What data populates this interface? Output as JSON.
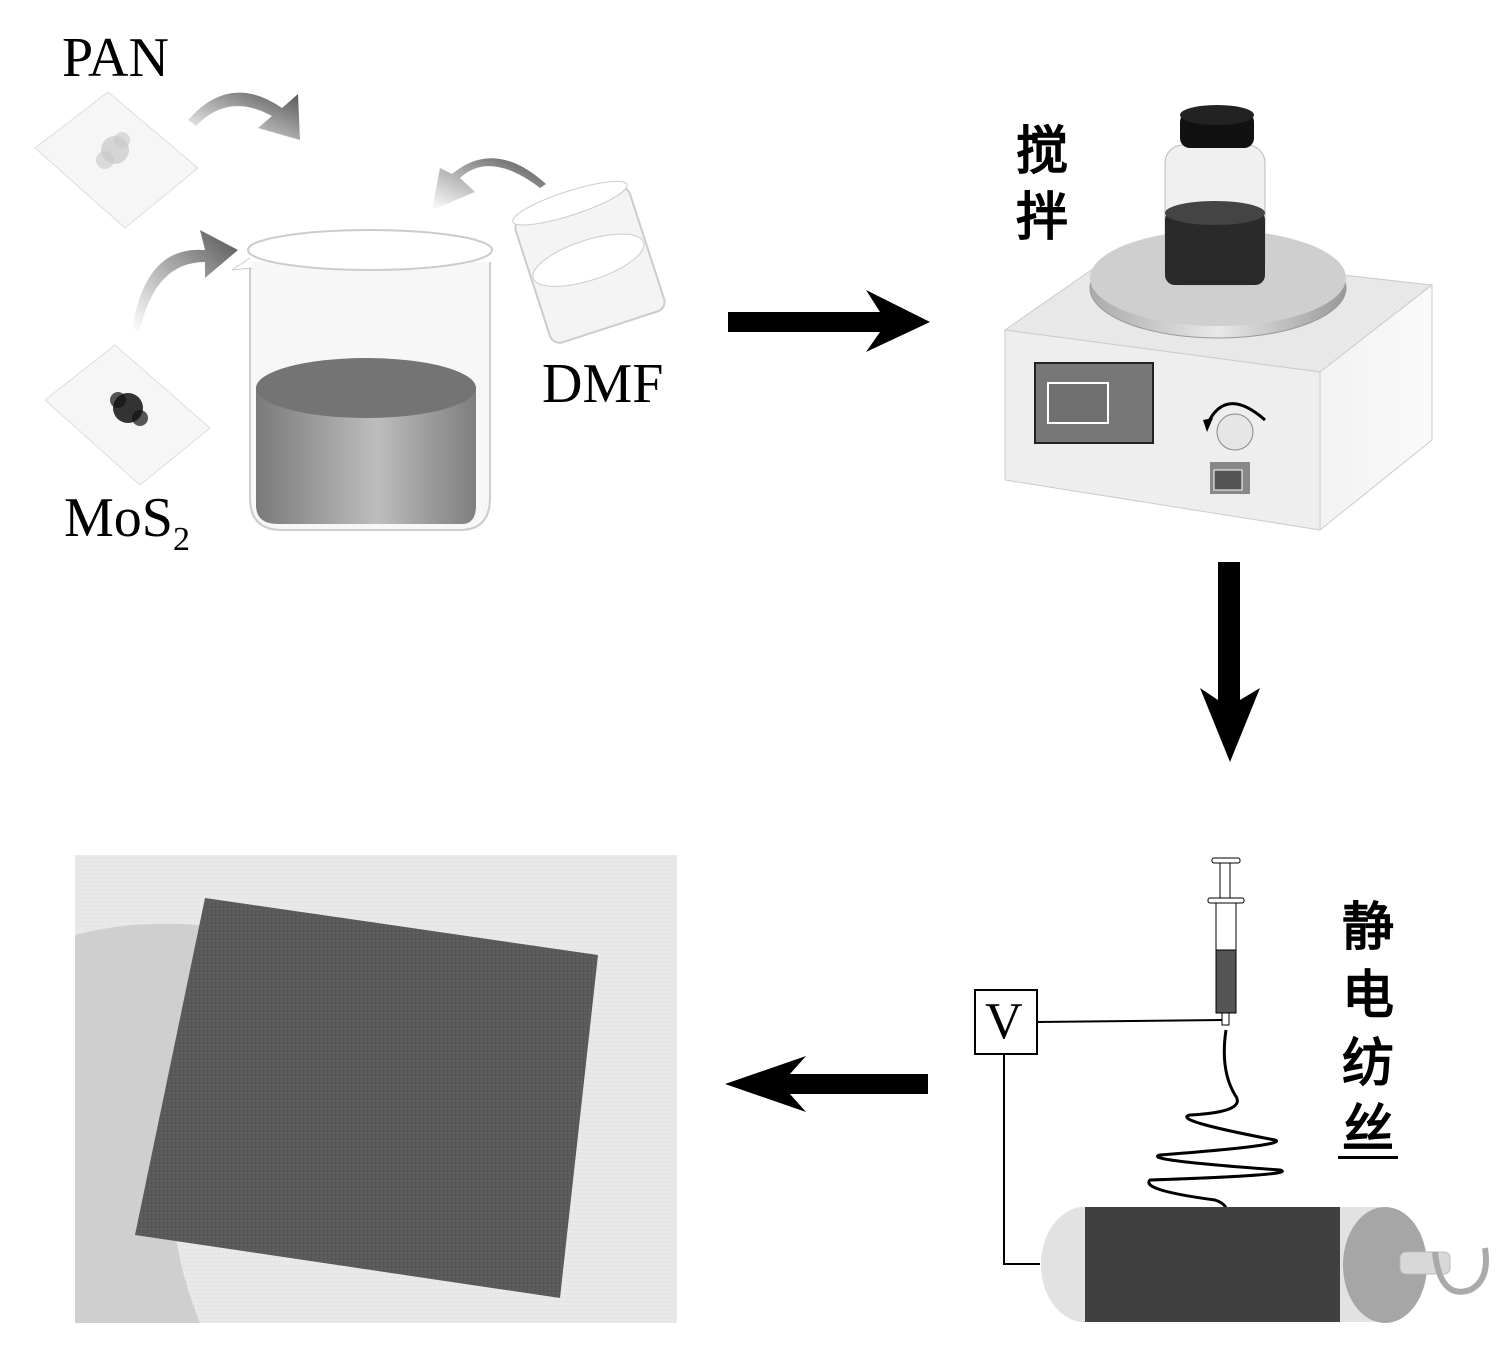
{
  "diagram": {
    "title": "PAN/MoS2 electrospun membrane preparation process",
    "steps": [
      {
        "id": "mixing",
        "label": ""
      },
      {
        "id": "stirring",
        "label": "搅拌"
      },
      {
        "id": "electrospinning",
        "label": "静电纺丝"
      },
      {
        "id": "product",
        "label": ""
      }
    ],
    "materials": {
      "pan": "PAN",
      "mos2_base": "MoS",
      "mos2_sub": "2",
      "dmf": "DMF"
    },
    "stirring_label": [
      "搅",
      "拌"
    ],
    "electrospinning_label": [
      "静",
      "电",
      "纺",
      "丝"
    ],
    "voltage_label": "V",
    "flow": [
      "mixing → stirring",
      "stirring → electrospinning",
      "electrospinning → product"
    ]
  }
}
